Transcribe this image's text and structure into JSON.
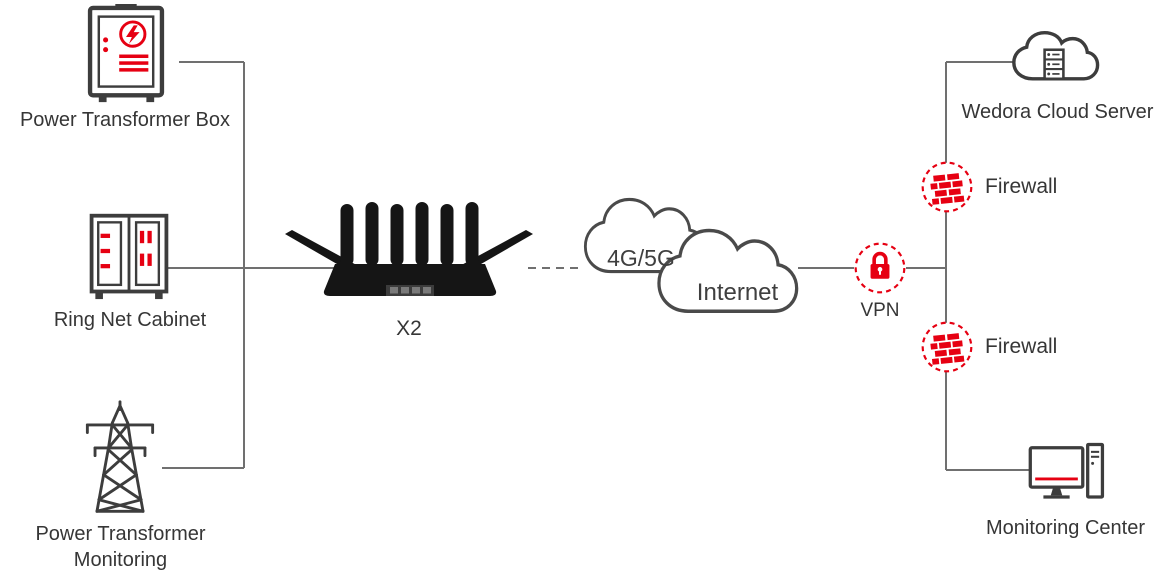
{
  "colors": {
    "accent_red": "#e60012",
    "connector_gray": "#707070",
    "icon_dark": "#3d3d3d",
    "text_dark": "#363636",
    "router_black": "#151515"
  },
  "nodes": {
    "power_transformer_box": {
      "label": "Power Transformer Box",
      "icon": "power-transformer-box-icon"
    },
    "ring_net_cabinet": {
      "label": "Ring Net Cabinet",
      "icon": "switchgear-cabinet-icon"
    },
    "power_transformer_monitoring": {
      "label": "Power Transformer Monitoring",
      "icon": "transmission-tower-icon"
    },
    "router_x2": {
      "label": "X2",
      "icon": "cellular-router-icon"
    },
    "cloud_4g5g": {
      "label": "4G/5G",
      "icon": "cloud-icon"
    },
    "cloud_internet": {
      "label": "Internet",
      "icon": "cloud-icon"
    },
    "vpn": {
      "label": "VPN",
      "icon": "padlock-icon"
    },
    "firewall_upper": {
      "label": "Firewall",
      "icon": "brick-wall-icon"
    },
    "firewall_lower": {
      "label": "Firewall",
      "icon": "brick-wall-icon"
    },
    "wedora_cloud_server": {
      "label": "Wedora Cloud Server",
      "icon": "cloud-server-icon"
    },
    "monitoring_center": {
      "label": "Monitoring Center",
      "icon": "monitor-workstation-icon"
    }
  },
  "connections": [
    {
      "from": "power_transformer_box",
      "to": "router_x2",
      "style": "solid"
    },
    {
      "from": "ring_net_cabinet",
      "to": "router_x2",
      "style": "solid"
    },
    {
      "from": "power_transformer_monitoring",
      "to": "router_x2",
      "style": "solid"
    },
    {
      "from": "router_x2",
      "to": "cloud_4g5g",
      "style": "dashed"
    },
    {
      "from": "cloud_internet",
      "to": "vpn",
      "style": "solid"
    },
    {
      "from": "vpn",
      "to": "firewall_upper",
      "style": "solid"
    },
    {
      "from": "vpn",
      "to": "firewall_lower",
      "style": "solid"
    },
    {
      "from": "firewall_upper",
      "to": "wedora_cloud_server",
      "style": "solid"
    },
    {
      "from": "firewall_lower",
      "to": "monitoring_center",
      "style": "solid"
    }
  ]
}
